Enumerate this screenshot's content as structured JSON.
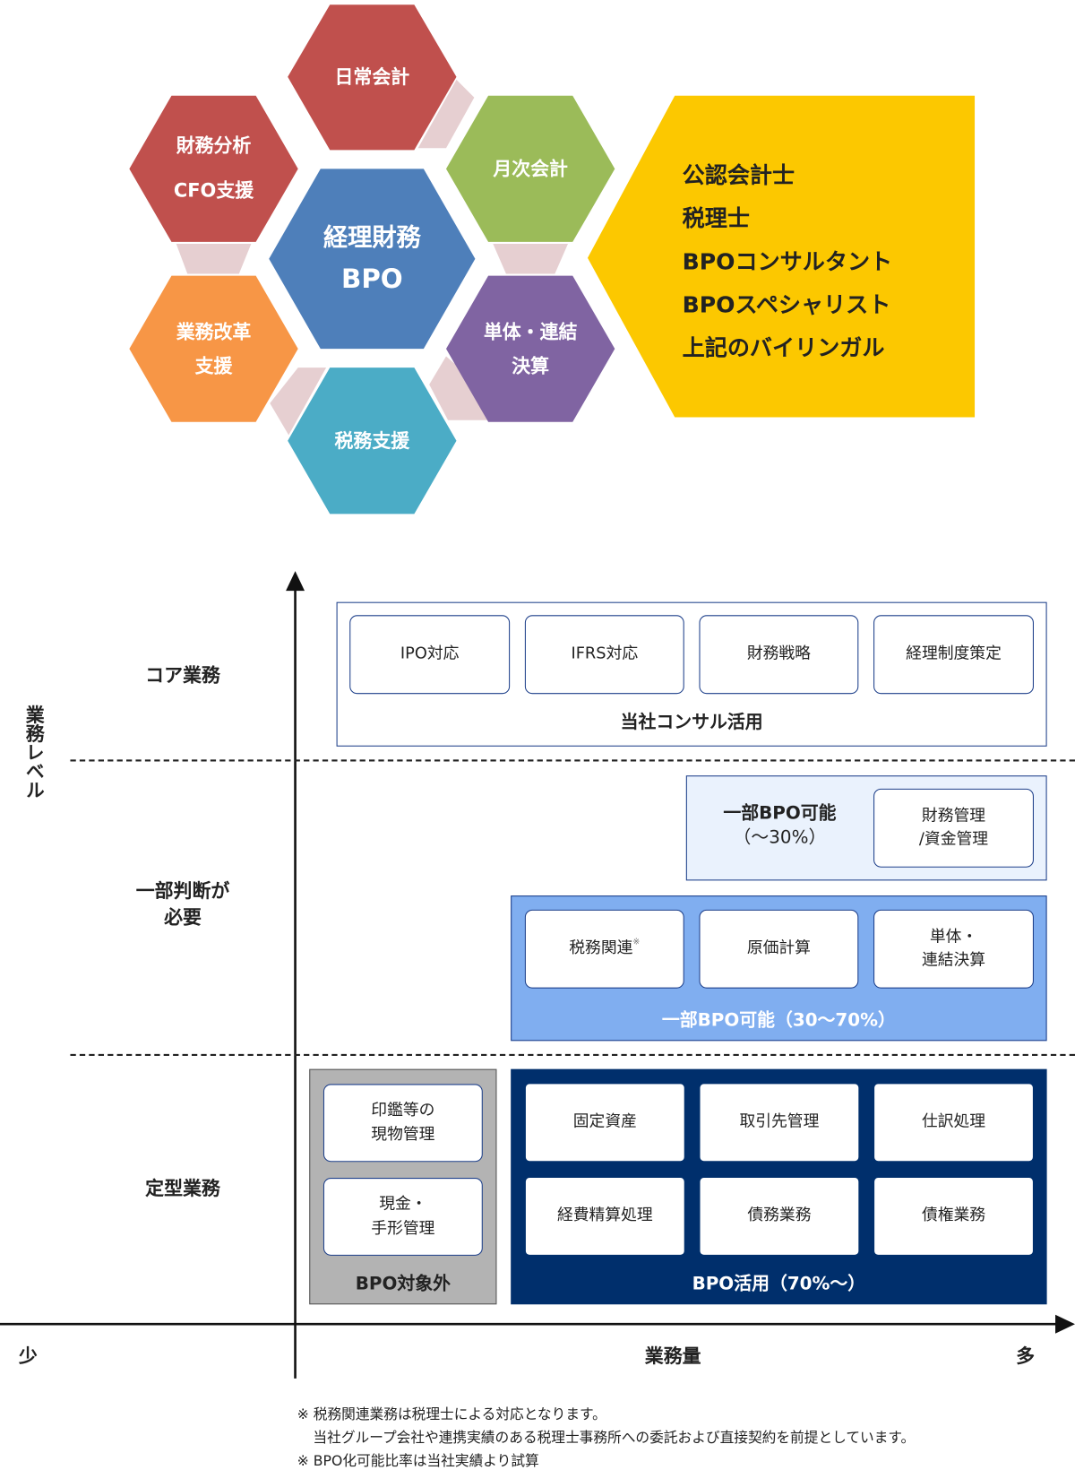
{
  "hexagons": {
    "center": {
      "line1": "経理財務",
      "line2": "BPO",
      "color": "#4e7fba"
    },
    "daily_accounting": {
      "label": "日常会計",
      "color": "#c0504d"
    },
    "financial_analysis": {
      "line1": "財務分析",
      "line2": "CFO支援",
      "color": "#c0504d"
    },
    "monthly_accounting": {
      "label": "月次会計",
      "color": "#9bbb59"
    },
    "business_reform": {
      "line1": "業務改革",
      "line2": "支援",
      "color": "#f79646"
    },
    "consolidated": {
      "line1": "単体・連結",
      "line2": "決算",
      "color": "#8064a2"
    },
    "tax_support": {
      "label": "税務支援",
      "color": "#4bacc6"
    },
    "connector_color": "#e6cfd1"
  },
  "experts": {
    "color": "#fcc800",
    "items": [
      "公認会計士",
      "税理士",
      "BPOコンサルタント",
      "BPOスペシャリスト",
      "上記のバイリンガル"
    ]
  },
  "matrix": {
    "y_axis_label": "業務レベル",
    "x_axis_label": "業務量",
    "x_low": "少",
    "x_high": "多",
    "rows": [
      "コア業務",
      "一部判断が\n必要",
      "定型業務"
    ],
    "core": {
      "label": "当社コンサル活用",
      "items": [
        "IPO対応",
        "IFRS対応",
        "財務戦略",
        "経理制度策定"
      ]
    },
    "partial30": {
      "label_line1": "一部BPO可能",
      "label_line2": "（～30%）",
      "items": [
        "財務管理\n/資金管理"
      ],
      "color": "#eaf2fd"
    },
    "partial70": {
      "label": "一部BPO可能（30～70%）",
      "items": [
        "税務関連",
        "原価計算",
        "単体・\n連結決算"
      ],
      "footnote_mark": "※",
      "color": "#80aef0"
    },
    "out_of_scope": {
      "label": "BPO対象外",
      "items": [
        "印鑑等の\n現物管理",
        "現金・\n手形管理"
      ],
      "color": "#b3b3b3"
    },
    "bpo_use": {
      "label": "BPO活用（70%～）",
      "items": [
        "固定資産",
        "取引先管理",
        "仕訳処理",
        "経費精算処理",
        "債務業務",
        "債権業務"
      ],
      "color": "#002f6c"
    }
  },
  "notes": [
    "※ 税務関連業務は税理士による対応となります。",
    "当社グループ会社や連携実績のある税理士事務所への委託および直接契約を前提としています。",
    "※ BPO化可能比率は当社実績より試算"
  ]
}
